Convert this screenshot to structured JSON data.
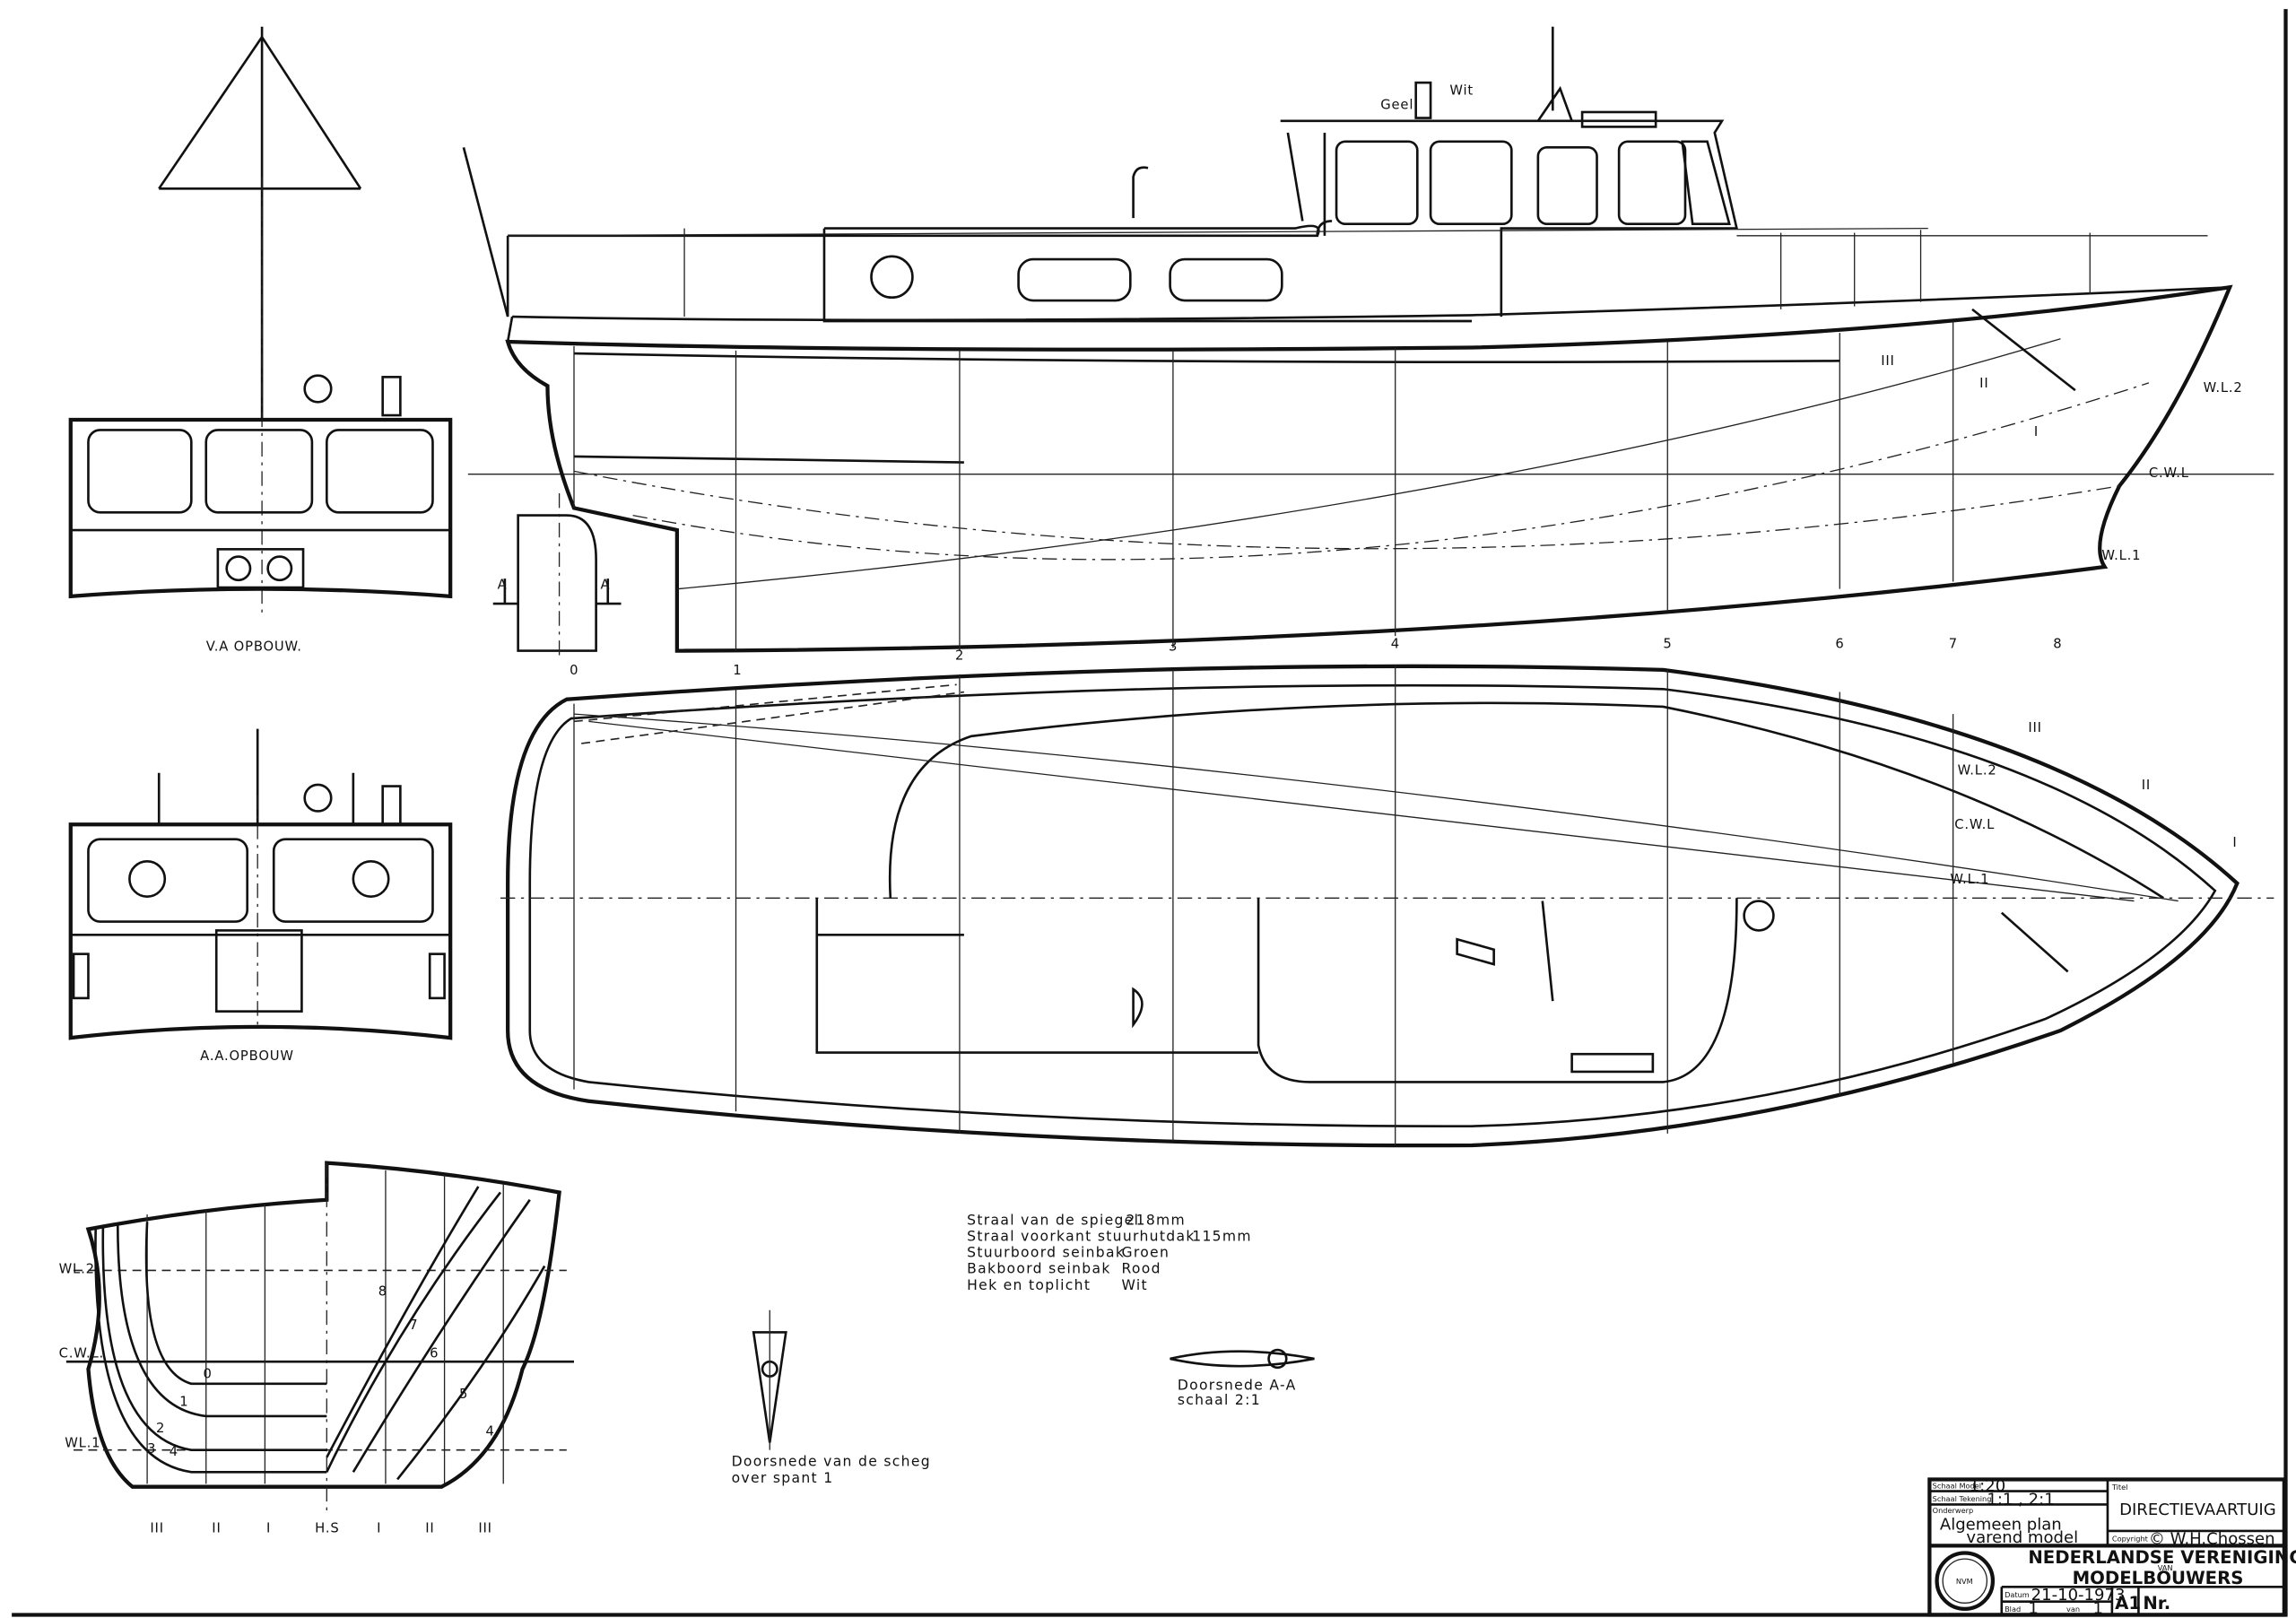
{
  "title_block": {
    "scale_model_label": "Schaal Model",
    "scale_model": "1:20",
    "scale_drawing_label": "Schaal Tekening",
    "scale_drawing": "1:1 , 2:1",
    "subject_label": "Onderwerp",
    "subject_line1": "Algemeen plan",
    "subject_line2": "varend model",
    "title_label": "Titel",
    "title": "DIRECTIEVAARTUIG",
    "copyright_label": "Copyright",
    "copyright": "© W.H.Chossen",
    "org_line1": "NEDERLANDSE VERENIGING",
    "org_van": "VAN",
    "org_line2": "MODELBOUWERS",
    "logo_text": "NVM",
    "date_label": "Datum",
    "date": "21-10-1973",
    "sheet_label": "Blad",
    "sheet": "1",
    "of_label": "van",
    "of": "1",
    "format": "A1",
    "nr_label": "Nr."
  },
  "notes": [
    {
      "label": "Straal van de spiegel",
      "value": "218mm"
    },
    {
      "label": "Straal voorkant stuurhutdak",
      "value": "115mm"
    },
    {
      "label": "Stuurboord seinbak",
      "value": "Groen"
    },
    {
      "label": "Bakboord seinbak",
      "value": "Rood"
    },
    {
      "label": "Hek en toplicht",
      "value": "Wit"
    }
  ],
  "views": {
    "front": "V.A OPBOUW.",
    "aft": "A.A.OPBOUW",
    "section_skeg": [
      "Doorsnede  van de scheg",
      "over spant 1"
    ],
    "section_aa": [
      "Doorsnede  A-A",
      "schaal  2:1"
    ]
  },
  "lights": {
    "yellow": "Geel",
    "white": "Wit"
  },
  "section_marker": "A",
  "stations": [
    "0",
    "1",
    "2",
    "3",
    "4",
    "5",
    "6",
    "7",
    "8"
  ],
  "waterlines": {
    "wl2": "W.L.2",
    "cwl": "C.W.L",
    "wl1": "W.L.1"
  },
  "buttocks": [
    "I",
    "II",
    "III"
  ],
  "body_plan": {
    "wl2": "WL.2",
    "cwl": "C.W.L.",
    "wl1": "WL.1",
    "bottom_labels": [
      "III",
      "II",
      "I",
      "H.S",
      "I",
      "II",
      "III"
    ],
    "aft_stations": [
      "0",
      "1",
      "2",
      "3",
      "4"
    ],
    "fwd_stations": [
      "8",
      "7",
      "6",
      "5",
      "4"
    ]
  }
}
